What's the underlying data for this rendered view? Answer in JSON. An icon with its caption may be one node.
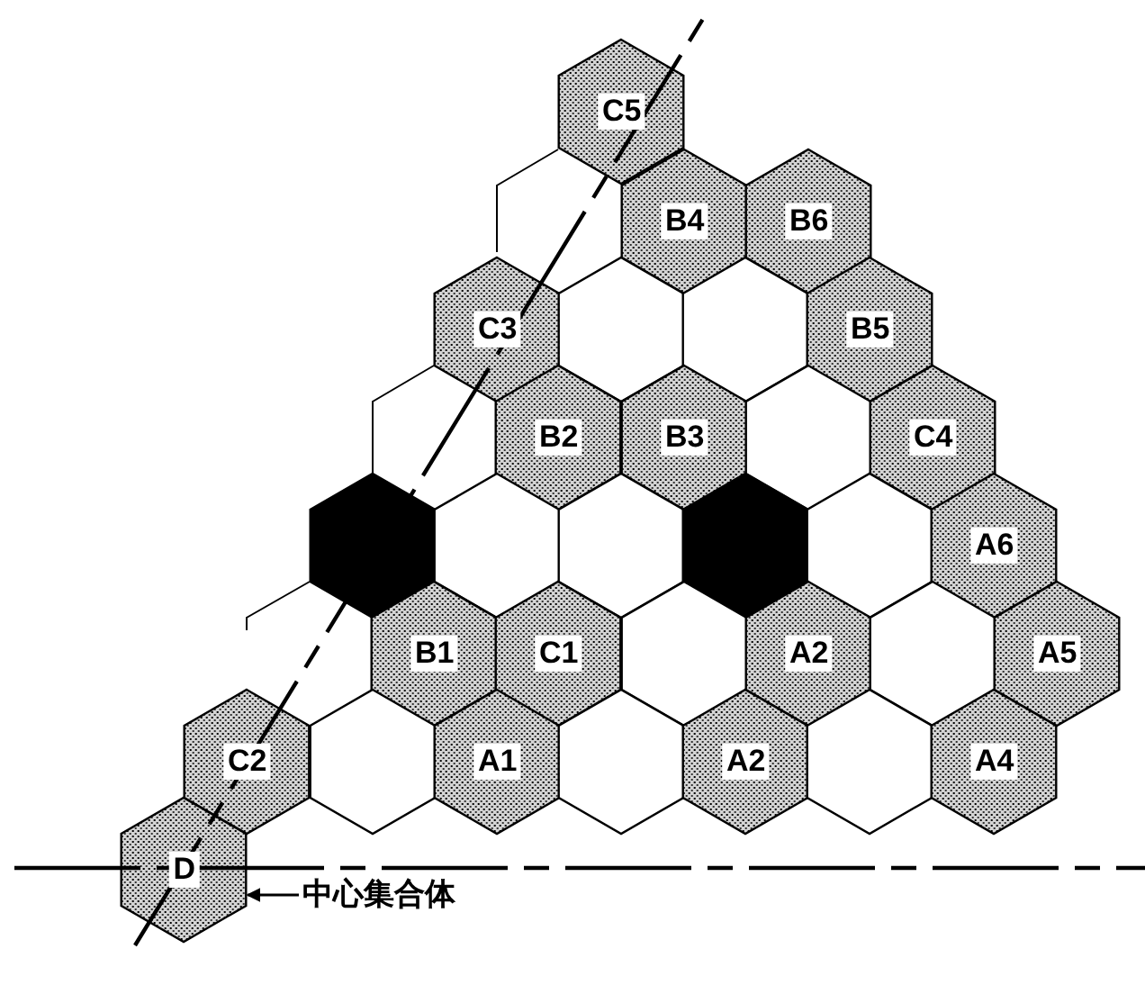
{
  "diagram": {
    "nodes": [
      {
        "text": [
          "C5"
        ]
      },
      {
        "text": [
          "B4"
        ]
      },
      {
        "text": [
          "B6"
        ]
      },
      {
        "text": [
          "C3"
        ]
      },
      {
        "text": [],
        "shape": "hexagon"
      },
      {
        "text": [],
        "shape": "hexagon"
      },
      {
        "text": [
          "B5"
        ]
      },
      {
        "text": [
          "B2"
        ]
      },
      {
        "text": [
          "B3"
        ]
      },
      {
        "text": [],
        "shape": "hexagon"
      },
      {
        "text": [
          "C4"
        ]
      },
      {
        "text": [],
        "shape": "hexagon"
      },
      {
        "text": [],
        "shape": "hexagon"
      },
      {
        "text": [],
        "shape": "hexagon"
      },
      {
        "text": [],
        "shape": "hexagon"
      },
      {
        "text": [],
        "shape": "hexagon"
      },
      {
        "text": [
          "A6"
        ]
      },
      {
        "text": [
          "B1"
        ]
      },
      {
        "text": [
          "C1"
        ]
      },
      {
        "text": [],
        "shape": "hexagon"
      },
      {
        "text": [
          "A2"
        ]
      },
      {
        "text": [],
        "shape": "hexagon"
      },
      {
        "text": [
          "A5"
        ]
      },
      {
        "text": [
          "C2"
        ]
      },
      {
        "text": [],
        "shape": "hexagon"
      },
      {
        "text": [
          "A1"
        ]
      },
      {
        "text": [],
        "shape": "hexagon"
      },
      {
        "text": [
          "A2"
        ]
      },
      {
        "text": [],
        "shape": "hexagon"
      },
      {
        "text": [
          "A4"
        ]
      },
      {
        "text": [
          "D"
        ]
      },
      {
        "text": [
          "中心集合体"
        ]
      }
    ],
    "edges": [
      {
        "from": 31,
        "to": 30,
        "arrow": "to"
      }
    ]
  }
}
